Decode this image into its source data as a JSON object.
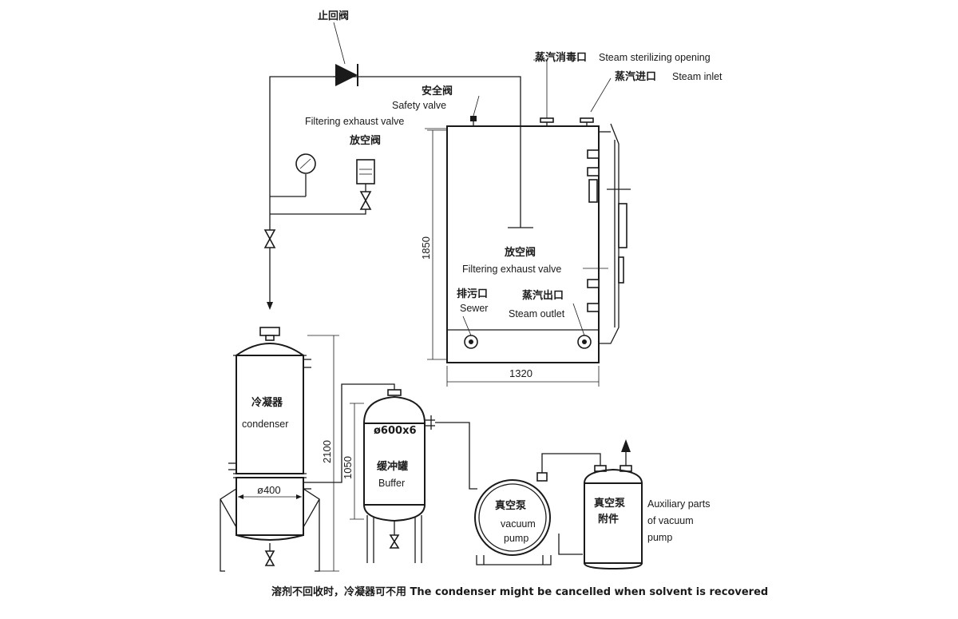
{
  "labels": {
    "check_valve": "止回阀",
    "steam_sterilizing_cn": "蒸汽消毒口",
    "steam_sterilizing_en": "Steam sterilizing opening",
    "steam_inlet_cn": "蒸汽进口",
    "steam_inlet_en": "Steam inlet",
    "safety_valve_cn": "安全阀",
    "safety_valve_en": "Safety valve",
    "filtering_exhaust_top_en": "Filtering exhaust valve",
    "vent_valve_left_cn": "放空阀",
    "vent_valve_mid_cn": "放空阀",
    "filtering_exhaust_mid_en": "Filtering  exhaust  valve",
    "sewer_cn": "排污口",
    "sewer_en": "Sewer",
    "steam_outlet_cn": "蒸汽出口",
    "steam_outlet_en": "Steam outlet",
    "condenser_cn": "冷凝器",
    "condenser_en": "condenser",
    "buffer_dia": "ø600x6",
    "buffer_cn": "缓冲罐",
    "buffer_en": "Buffer",
    "vacuum_pump_cn": "真空泵",
    "vacuum_pump_en_1": "vacuum",
    "vacuum_pump_en_2": "pump",
    "aux_cn_1": "真空泵",
    "aux_cn_2": "附件",
    "aux_en_1": "Auxiliary parts",
    "aux_en_2": "of vacuum",
    "aux_en_3": "pump",
    "footnote": "溶剂不回收时，冷凝器可不用 The condenser might be cancelled when solvent is recovered"
  },
  "dimensions": {
    "height_main": "1850",
    "width_main": "1320",
    "height_condenser": "2100",
    "dia_condenser": "ø400",
    "height_buffer": "1050"
  }
}
